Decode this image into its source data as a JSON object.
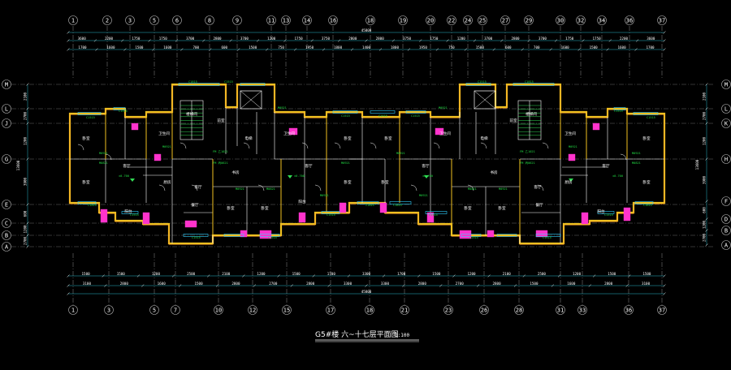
{
  "drawing": {
    "title": "G5#楼 六~十七层平面图",
    "scale": "1:100",
    "colors": {
      "background": "#000000",
      "wall": "#f0c020",
      "inner_wall": "#ffffff",
      "axis": "#b0b0b0",
      "dimension": "#35e7ff",
      "door_tag": "#22dd44",
      "accent": "#ff33cc",
      "window": "#30d0ff"
    }
  },
  "axes": {
    "top": [
      "1",
      "2",
      "3",
      "5",
      "6",
      "8",
      "9",
      "11",
      "13",
      "14",
      "16",
      "18",
      "19",
      "20",
      "22",
      "24",
      "25",
      "27",
      "29",
      "30",
      "32",
      "34",
      "36",
      "37"
    ],
    "bottom": [
      "1",
      "3",
      "5",
      "7",
      "10",
      "12",
      "15",
      "17",
      "18",
      "21",
      "23",
      "26",
      "28",
      "31",
      "33",
      "36",
      "37"
    ],
    "left": [
      "M",
      "L",
      "J",
      "G",
      "E",
      "C",
      "B",
      "A"
    ],
    "right": [
      "M",
      "L",
      "K",
      "H",
      "F",
      "D",
      "B",
      "A"
    ]
  },
  "dimensions": {
    "top_total": "45800",
    "top_row1": [
      "3600",
      "2200",
      "1750",
      "1750",
      "3700",
      "2800",
      "3700",
      "1200",
      "1750",
      "3750",
      "2800",
      "2800",
      "3750",
      "1750",
      "1200",
      "3700",
      "2800",
      "3700",
      "1750",
      "1750",
      "2200",
      "3600"
    ],
    "top_row2": [
      "1700",
      "1600",
      "1500",
      "1600",
      "700",
      "600",
      "1500",
      "750",
      "1950",
      "1800",
      "1400",
      "1800",
      "1950",
      "750",
      "1500",
      "600",
      "700",
      "1600",
      "1500",
      "1600",
      "1700"
    ],
    "bottom_total": "45800",
    "bottom_row1": [
      "3100",
      "2800",
      "1600",
      "1500",
      "2800",
      "2700",
      "2800",
      "3300",
      "3300",
      "2800",
      "2700",
      "2800",
      "1500",
      "1600",
      "2800",
      "3100"
    ],
    "bottom_row2": [
      "1500",
      "1500",
      "1200",
      "2500",
      "2100",
      "1200",
      "1500",
      "1700",
      "3300",
      "1700",
      "1500",
      "1200",
      "2100",
      "2500",
      "1200",
      "1500",
      "1500"
    ],
    "left_side": [
      "2100",
      "2700",
      "1200",
      "3900",
      "600",
      "1200",
      "2700"
    ],
    "left_total": "13600",
    "right_side": [
      "2100",
      "2700",
      "1200",
      "3900",
      "600",
      "1200",
      "2700"
    ],
    "right_total": "13600"
  },
  "rooms": {
    "bedroom": "卧室",
    "living": "客厅",
    "kitchen": "厨房",
    "toilet": "卫生间",
    "stair": "楼梯间",
    "elevator": "电梯",
    "balcony": "阳台",
    "hall": "前室",
    "study": "书房",
    "dining": "餐厅"
  },
  "tags": {
    "window1": "C1515",
    "window2": "C1815",
    "door1": "M0921",
    "door2": "M0821",
    "door3": "FM 乙1021",
    "door4": "FM 丙0621",
    "level": "±0.700"
  }
}
